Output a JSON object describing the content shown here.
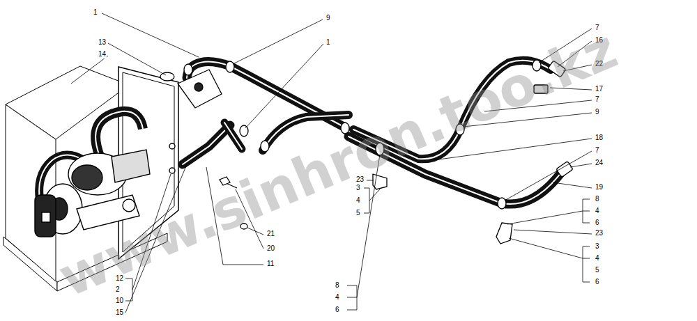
{
  "diagram": {
    "labels": [
      "1",
      "9",
      "7",
      "16",
      "13",
      "1",
      "14",
      "22",
      "17",
      "7",
      "9",
      "18",
      "7",
      "24",
      "23",
      "3",
      "19",
      "4",
      "8",
      "4",
      "5",
      "6",
      "23",
      "21",
      "3",
      "20",
      "4",
      "11",
      "5",
      "12",
      "6",
      "8",
      "2",
      "4",
      "10",
      "6",
      "15",
      "www.sinhron.too.kz"
    ]
  }
}
